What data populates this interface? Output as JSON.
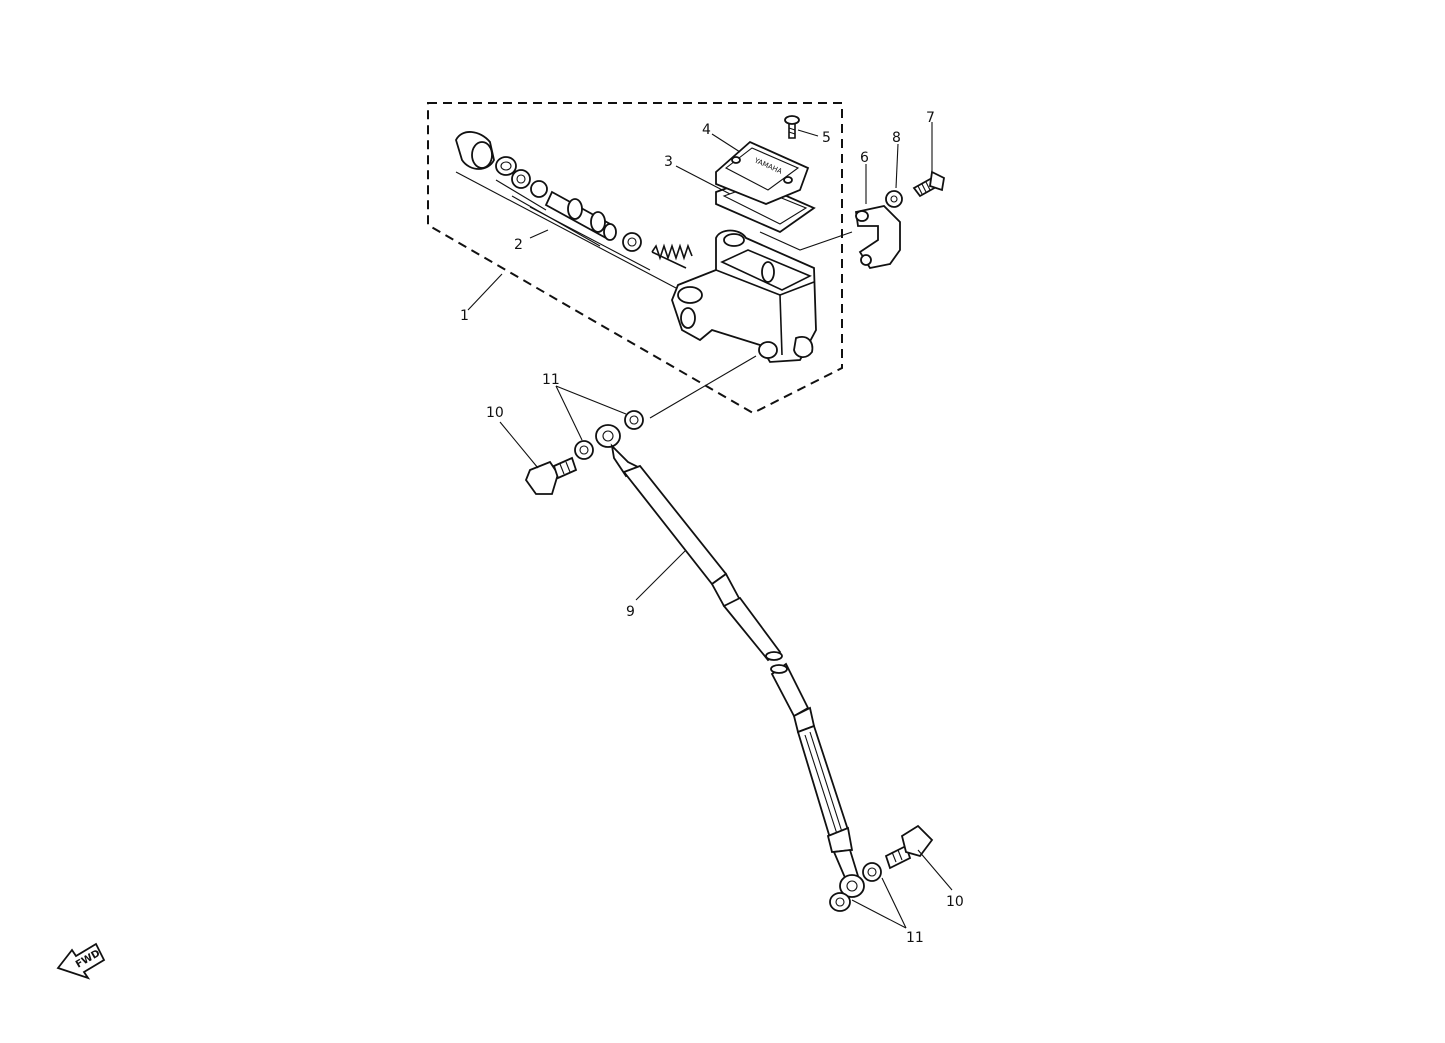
{
  "callouts": {
    "c1": "1",
    "c2": "2",
    "c3": "3",
    "c4": "4",
    "c5": "5",
    "c6": "6",
    "c7": "7",
    "c8": "8",
    "c9": "9",
    "c10a": "10",
    "c10b": "10",
    "c11a": "11",
    "c11b": "11"
  },
  "orientation_arrow": "FWD",
  "cap_brand": "YAMAHA"
}
